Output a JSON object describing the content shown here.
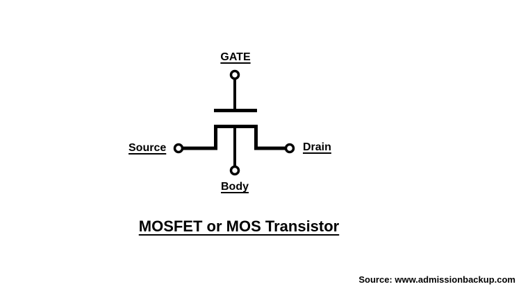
{
  "diagram": {
    "title": "MOSFET or MOS Transistor",
    "attribution": "Source: www.admissionbackup.com",
    "terminals": {
      "gate": "GATE",
      "source": "Source",
      "drain": "Drain",
      "body": "Body"
    },
    "colors": {
      "background": "#ffffff",
      "line": "#000000",
      "text": "#000000"
    }
  }
}
